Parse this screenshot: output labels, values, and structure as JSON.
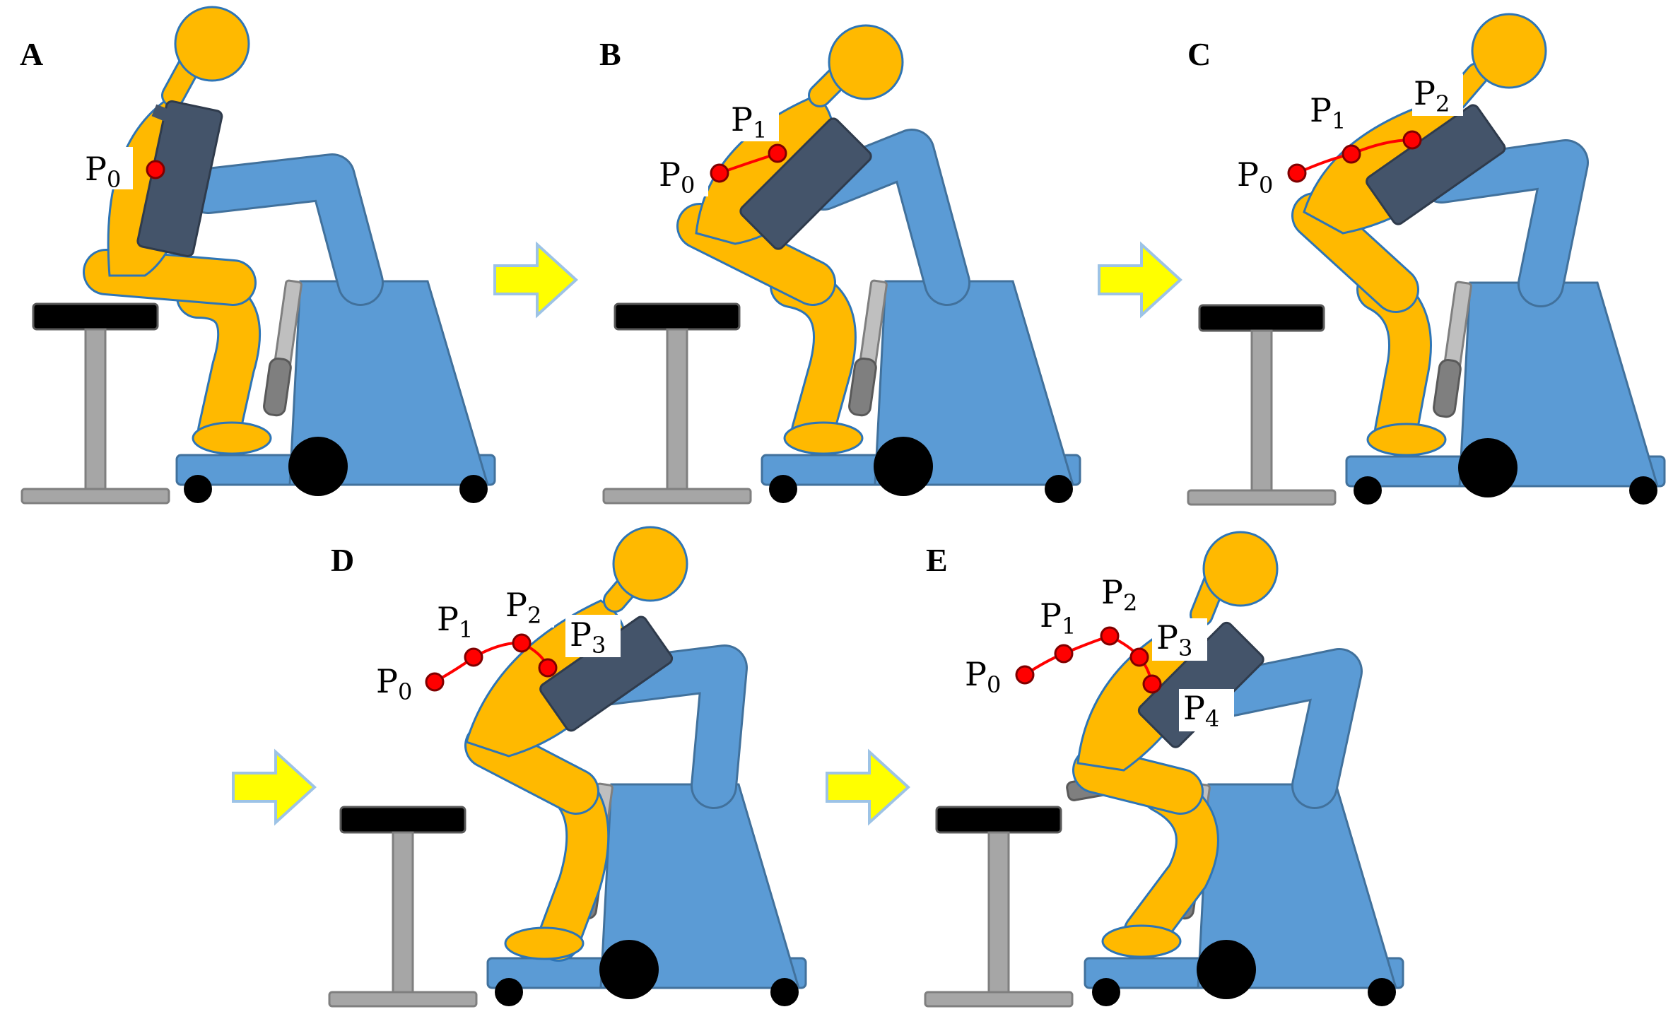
{
  "colors": {
    "person": "#FFB900",
    "person_outline": "#2E75B6",
    "robot": "#5B9BD5",
    "robot_outline": "#41719C",
    "pad": "#44546A",
    "stool_seat": "#000000",
    "stool_leg": "#A6A6A6",
    "wheel": "#000000",
    "trajectory": "#FF0000",
    "point_fill": "#FF0000",
    "arrow": "#FFFF00",
    "arrow_outline": "#9DC3E6",
    "handle": "#7F7F7F"
  },
  "panels": [
    {
      "id": "A",
      "letter": "A",
      "points": [
        {
          "name": "P",
          "sub": "0"
        }
      ]
    },
    {
      "id": "B",
      "letter": "B",
      "points": [
        {
          "name": "P",
          "sub": "0"
        },
        {
          "name": "P",
          "sub": "1"
        }
      ]
    },
    {
      "id": "C",
      "letter": "C",
      "points": [
        {
          "name": "P",
          "sub": "0"
        },
        {
          "name": "P",
          "sub": "1"
        },
        {
          "name": "P",
          "sub": "2"
        }
      ]
    },
    {
      "id": "D",
      "letter": "D",
      "points": [
        {
          "name": "P",
          "sub": "0"
        },
        {
          "name": "P",
          "sub": "1"
        },
        {
          "name": "P",
          "sub": "2"
        },
        {
          "name": "P",
          "sub": "3"
        }
      ]
    },
    {
      "id": "E",
      "letter": "E",
      "points": [
        {
          "name": "P",
          "sub": "0"
        },
        {
          "name": "P",
          "sub": "1"
        },
        {
          "name": "P",
          "sub": "2"
        },
        {
          "name": "P",
          "sub": "3"
        },
        {
          "name": "P",
          "sub": "4"
        }
      ]
    }
  ]
}
